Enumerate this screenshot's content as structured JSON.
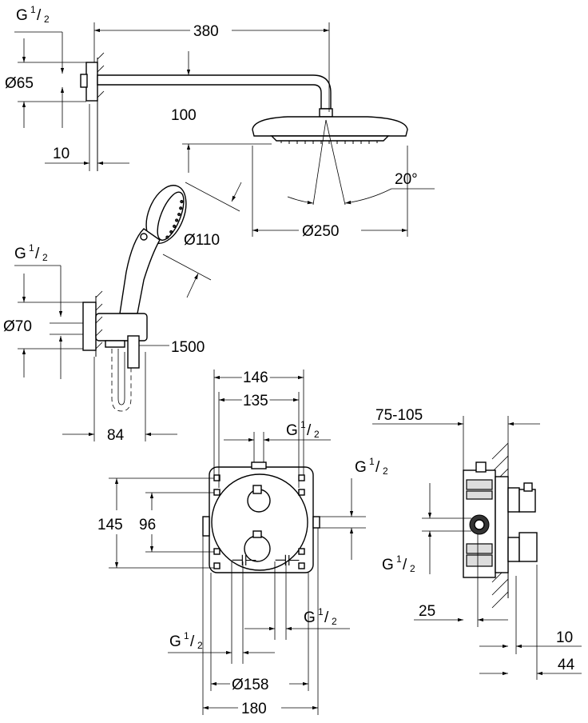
{
  "dimensions": {
    "thread_top": {
      "base": "G",
      "num": "1",
      "den": "2"
    },
    "d65": "Ø65",
    "len380": "380",
    "drop100": "100",
    "wall10": "10",
    "angle20": "20°",
    "d250": "Ø250",
    "d110": "Ø110",
    "thread_mid": {
      "base": "G",
      "num": "1",
      "den": "2"
    },
    "d70": "Ø70",
    "hose1500": "1500",
    "w84": "84",
    "w146": "146",
    "w135": "135",
    "thread_box_top": {
      "base": "G",
      "num": "1",
      "den": "2"
    },
    "thread_box_right": {
      "base": "G",
      "num": "1",
      "den": "2"
    },
    "h145": "145",
    "h96": "96",
    "thread_box_bl": {
      "base": "G",
      "num": "1",
      "den": "2"
    },
    "thread_box_br": {
      "base": "G",
      "num": "1",
      "den": "2"
    },
    "d158": "Ø158",
    "w180": "180",
    "range75_105": "75-105",
    "thread_side": {
      "base": "G",
      "num": "1",
      "den": "2"
    },
    "d25": "25",
    "side10": "10",
    "side44": "44"
  }
}
